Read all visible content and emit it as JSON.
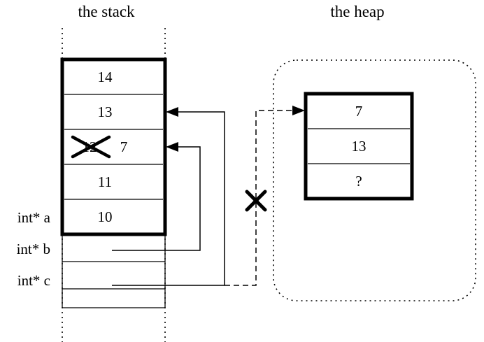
{
  "titles": {
    "stack": "the stack",
    "heap": "the heap"
  },
  "stack": {
    "rows": [
      {
        "value": "14"
      },
      {
        "value": "13"
      },
      {
        "value": "12",
        "replacement": "7"
      },
      {
        "value": "11"
      },
      {
        "value": "10"
      }
    ],
    "labels": {
      "a": "int* a",
      "b": "int* b",
      "c": "int* c"
    }
  },
  "heap": {
    "rows": [
      {
        "value": "7"
      },
      {
        "value": "13"
      },
      {
        "value": "?"
      }
    ]
  },
  "colors": {
    "ink": "#000000",
    "background": "#ffffff"
  }
}
